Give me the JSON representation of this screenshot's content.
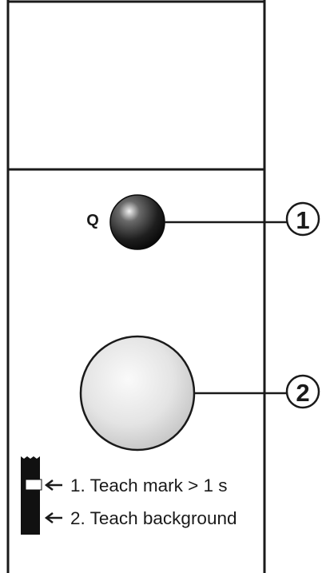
{
  "indicator": {
    "led_label": "Q",
    "led_callout": "1",
    "button_callout": "2"
  },
  "teach_switch": {
    "step1_label": "1. Teach mark > 1 s",
    "step2_label": "2. Teach background"
  },
  "colors": {
    "outline": "#1a1a1a",
    "led": "#202020",
    "button": "#e0e0e0",
    "switch_body": "#111111",
    "background": "#ffffff"
  },
  "icons": {
    "led": "led-indicator-icon",
    "button": "teach-button-icon",
    "switch": "teach-switch-icon",
    "arrow": "arrow-left-icon"
  }
}
